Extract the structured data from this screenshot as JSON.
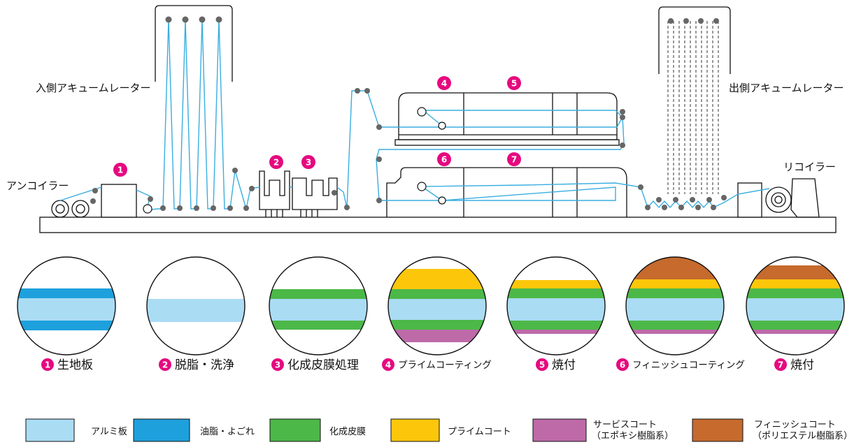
{
  "labels": {
    "uncoiler": "アンコイラー",
    "entry_accumulator": "入側アキュームレーター",
    "exit_accumulator": "出側アキュームレーター",
    "recoiler": "リコイラー"
  },
  "markers": [
    "1",
    "2",
    "3",
    "4",
    "5",
    "6",
    "7"
  ],
  "colors": {
    "aluminum": "#aadcf4",
    "oil": "#1ea0dc",
    "conversion": "#4cb848",
    "primer": "#fcc70a",
    "service": "#be6aa9",
    "finish": "#c66a2e",
    "line": "#3aaee0",
    "marker": "#e5097f",
    "roller": "#666666"
  },
  "stages": [
    {
      "number": "1",
      "label": "生地板",
      "layers": [
        "oil",
        "aluminum",
        "oil"
      ]
    },
    {
      "number": "2",
      "label": "脱脂・洗浄",
      "layers": [
        "aluminum"
      ]
    },
    {
      "number": "3",
      "label": "化成皮膜処理",
      "layers": [
        "conversion",
        "aluminum",
        "conversion"
      ]
    },
    {
      "number": "4",
      "label": "プライムコーティング",
      "layers": [
        "primer",
        "conversion",
        "aluminum",
        "conversion",
        "service"
      ]
    },
    {
      "number": "5",
      "label": "焼付",
      "layers": [
        "primer",
        "conversion",
        "aluminum",
        "conversion",
        "service"
      ]
    },
    {
      "number": "6",
      "label": "フィニッシュコーティング",
      "layers": [
        "finish",
        "primer",
        "conversion",
        "aluminum",
        "conversion",
        "service"
      ]
    },
    {
      "number": "7",
      "label": "焼付",
      "layers": [
        "finish",
        "primer",
        "conversion",
        "aluminum",
        "conversion",
        "service"
      ]
    }
  ],
  "legend": [
    {
      "key": "aluminum",
      "label": "アルミ板"
    },
    {
      "key": "oil",
      "label": "油脂・よごれ"
    },
    {
      "key": "conversion",
      "label": "化成皮膜"
    },
    {
      "key": "primer",
      "label": "プライムコート"
    },
    {
      "key": "service",
      "label": "サービスコート",
      "sub": "（エポキシ樹脂系）"
    },
    {
      "key": "finish",
      "label": "フィニッシュコート",
      "sub": "（ポリエステル樹脂系）"
    }
  ]
}
